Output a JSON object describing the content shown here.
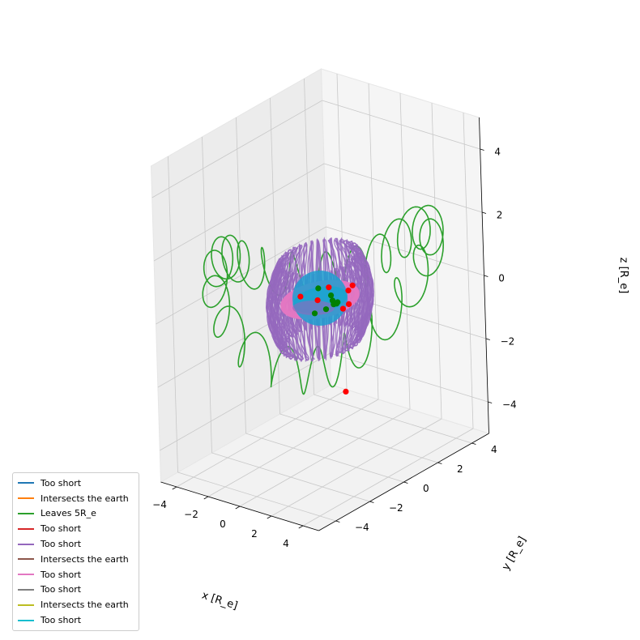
{
  "chart_data": {
    "type": "line3d",
    "title": "",
    "xlabel": "x [R_e]",
    "ylabel": "y [R_e]",
    "zlabel": "z [R_e]",
    "xlim": [
      -5,
      5
    ],
    "ylim": [
      -5,
      5
    ],
    "zlim": [
      -5,
      5
    ],
    "x_ticks": [
      "−4",
      "−2",
      "0",
      "2",
      "4"
    ],
    "y_ticks": [
      "−4",
      "−2",
      "0",
      "2",
      "4"
    ],
    "z_ticks": [
      "−4",
      "−2",
      "0",
      "2",
      "4"
    ],
    "grid": true,
    "legend_position": "lower-left",
    "legend": [
      {
        "label": "Too short",
        "color": "#1f77b4"
      },
      {
        "label": "Intersects the earth",
        "color": "#ff7f0e"
      },
      {
        "label": "Leaves 5R_e",
        "color": "#2ca02c"
      },
      {
        "label": "Too short",
        "color": "#d62728"
      },
      {
        "label": "Too short",
        "color": "#9467bd"
      },
      {
        "label": "Intersects the earth",
        "color": "#8c564b"
      },
      {
        "label": "Too short",
        "color": "#e377c2"
      },
      {
        "label": "Too short",
        "color": "#7f7f7f"
      },
      {
        "label": "Intersects the earth",
        "color": "#bcbd22"
      },
      {
        "label": "Too short",
        "color": "#17becf"
      }
    ],
    "surfaces": [
      {
        "name": "outer drift shell",
        "color": "#9467bd",
        "radius": 2.2
      },
      {
        "name": "middle ring",
        "color": "#e377c2",
        "radius": 1.6
      },
      {
        "name": "inner ring",
        "color": "#17becf",
        "radius": 1.1
      },
      {
        "name": "earth",
        "color": "#1f9fd0",
        "radius": 0.8
      }
    ],
    "start_points": {
      "color": "#ff0000",
      "points": [
        [
          4.9,
          -3.1,
          -1.2
        ],
        [
          -0.8,
          -0.4,
          0.1
        ],
        [
          1.5,
          0.3,
          0.0
        ],
        [
          0.4,
          -0.5,
          0.2
        ],
        [
          1.0,
          1.0,
          0.3
        ],
        [
          0.9,
          0.5,
          -0.3
        ],
        [
          -0.3,
          0.8,
          0.1
        ],
        [
          0.5,
          1.2,
          0.0
        ]
      ]
    },
    "end_points": {
      "color": "#008000",
      "points": [
        [
          -0.2,
          0.1,
          0.3
        ],
        [
          0.6,
          0.1,
          0.2
        ],
        [
          0.9,
          0.2,
          0.0
        ],
        [
          0.3,
          -0.6,
          -0.2
        ],
        [
          0.7,
          -0.3,
          -0.1
        ],
        [
          0.5,
          0.5,
          -0.2
        ],
        [
          0.2,
          0.6,
          -0.3
        ],
        [
          0.8,
          0.0,
          0.1
        ]
      ]
    }
  }
}
